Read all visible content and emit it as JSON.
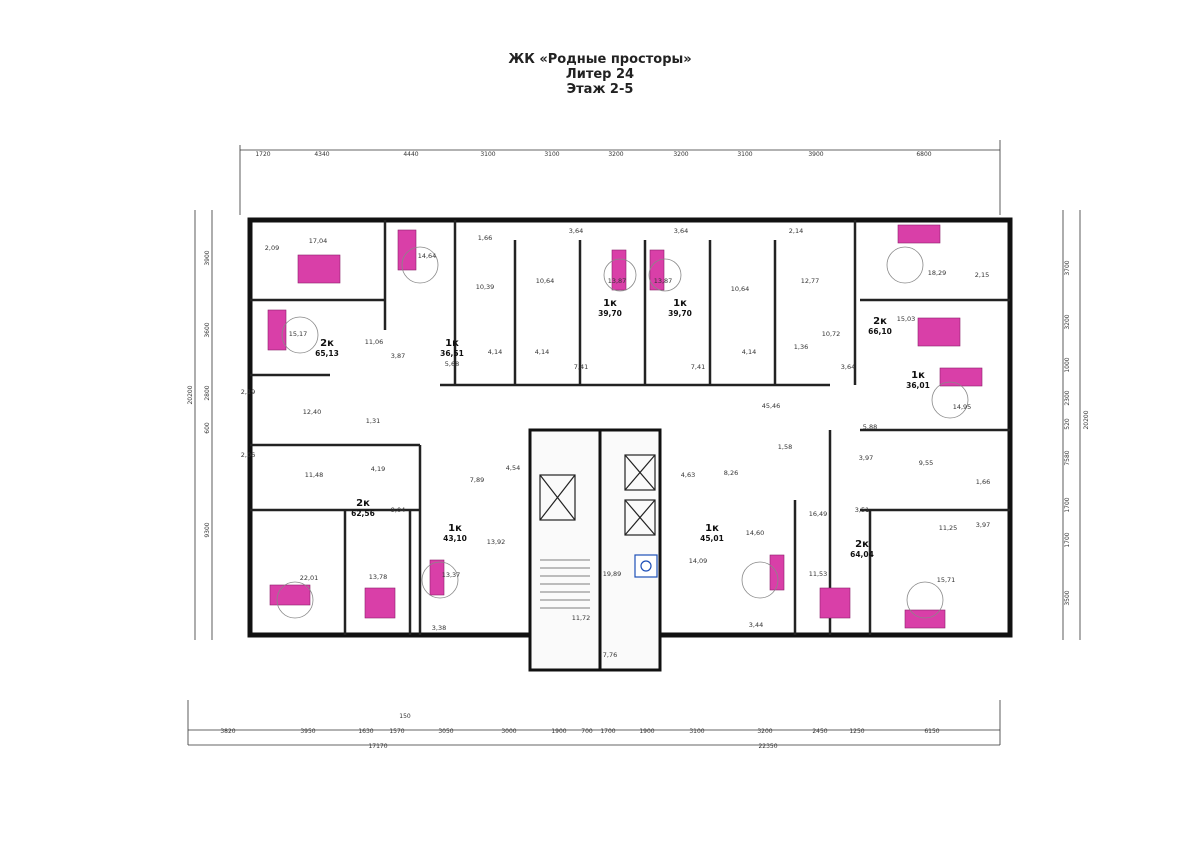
{
  "header": {
    "complex": "ЖК «Родные просторы»",
    "liter": "Литер 24",
    "floor": "Этаж 2-5"
  },
  "dims_top": [
    "1720",
    "4340",
    "4440",
    "3100",
    "3100",
    "3200",
    "3200",
    "3100",
    "3900",
    "6800"
  ],
  "dims_bottom": [
    "3820",
    "3950",
    "1630",
    "1570",
    "3050",
    "3000",
    "1900",
    "700",
    "1700",
    "1900",
    "3100",
    "3200",
    "2450",
    "1250",
    "6150"
  ],
  "dims_bottom_totals": [
    "17170",
    "22350",
    "150"
  ],
  "dims_left": [
    "3900",
    "3600",
    "2800",
    "600",
    "9300",
    "20200"
  ],
  "dims_right": [
    "3700",
    "3200",
    "1000",
    "2300",
    "520",
    "7580",
    "1700",
    "1700",
    "3500",
    "20200"
  ],
  "apartments": [
    {
      "code": "2к",
      "total": "65,13"
    },
    {
      "code": "1к",
      "total": "36,51"
    },
    {
      "code": "1к",
      "total": "39,70"
    },
    {
      "code": "1к",
      "total": "39,70"
    },
    {
      "code": "2к",
      "total": "66,10"
    },
    {
      "code": "1к",
      "total": "36,01"
    },
    {
      "code": "2к",
      "total": "62,56"
    },
    {
      "code": "1к",
      "total": "43,10"
    },
    {
      "code": "1к",
      "total": "45,01"
    },
    {
      "code": "2к",
      "total": "64,04"
    }
  ],
  "room_areas": [
    "17,04",
    "2,09",
    "14,64",
    "1,66",
    "10,39",
    "3,64",
    "10,64",
    "13,87",
    "13,87",
    "3,64",
    "10,64",
    "2,14",
    "12,77",
    "18,29",
    "2,15",
    "15,17",
    "11,06",
    "3,87",
    "5,68",
    "4,14",
    "4,14",
    "7,41",
    "7,41",
    "4,14",
    "1,36",
    "10,72",
    "15,03",
    "2,19",
    "12,40",
    "1,31",
    "3,64",
    "14,95",
    "45,46",
    "5,88",
    "1,58",
    "3,97",
    "9,55",
    "1,66",
    "2,06",
    "11,48",
    "4,19",
    "9,04",
    "7,89",
    "4,54",
    "4,63",
    "8,26",
    "16,49",
    "3,51",
    "11,25",
    "3,97",
    "13,92",
    "22,01",
    "13,78",
    "13,37",
    "19,89",
    "14,60",
    "14,09",
    "11,53",
    "15,71",
    "3,38",
    "11,72",
    "3,44",
    "7,76"
  ]
}
